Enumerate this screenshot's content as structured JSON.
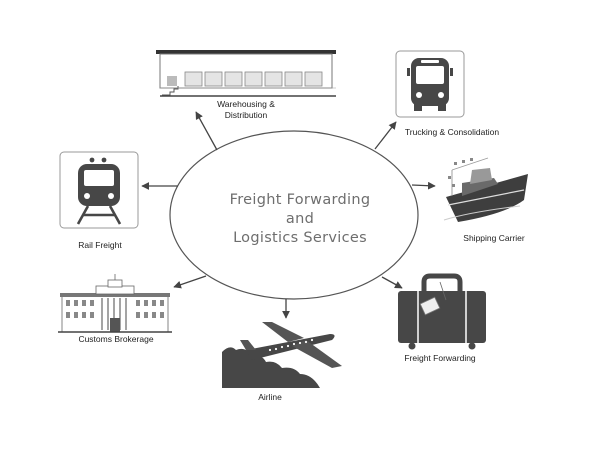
{
  "hub": {
    "line1": "Freight Forwarding",
    "line2": "and",
    "line3": "Logistics Services"
  },
  "nodes": {
    "warehousing": {
      "line1": "Warehousing &",
      "line2": "Distribution",
      "icon": "warehouse-icon"
    },
    "trucking": {
      "label": "Trucking & Consolidation",
      "icon": "bus-icon"
    },
    "shipping": {
      "label": "Shipping Carrier",
      "icon": "ship-icon"
    },
    "freight_forwarding": {
      "label": "Freight Forwarding",
      "icon": "suitcase-icon"
    },
    "airline": {
      "label": "Airline",
      "icon": "airplane-icon"
    },
    "customs": {
      "label": "Customs Brokerage",
      "icon": "government-building-icon"
    },
    "rail": {
      "label": "Rail Freight",
      "icon": "train-icon"
    }
  },
  "colors": {
    "icon": "#474747",
    "stroke": "#555555",
    "text": "#222222",
    "hub_text": "#6e6e6e"
  }
}
